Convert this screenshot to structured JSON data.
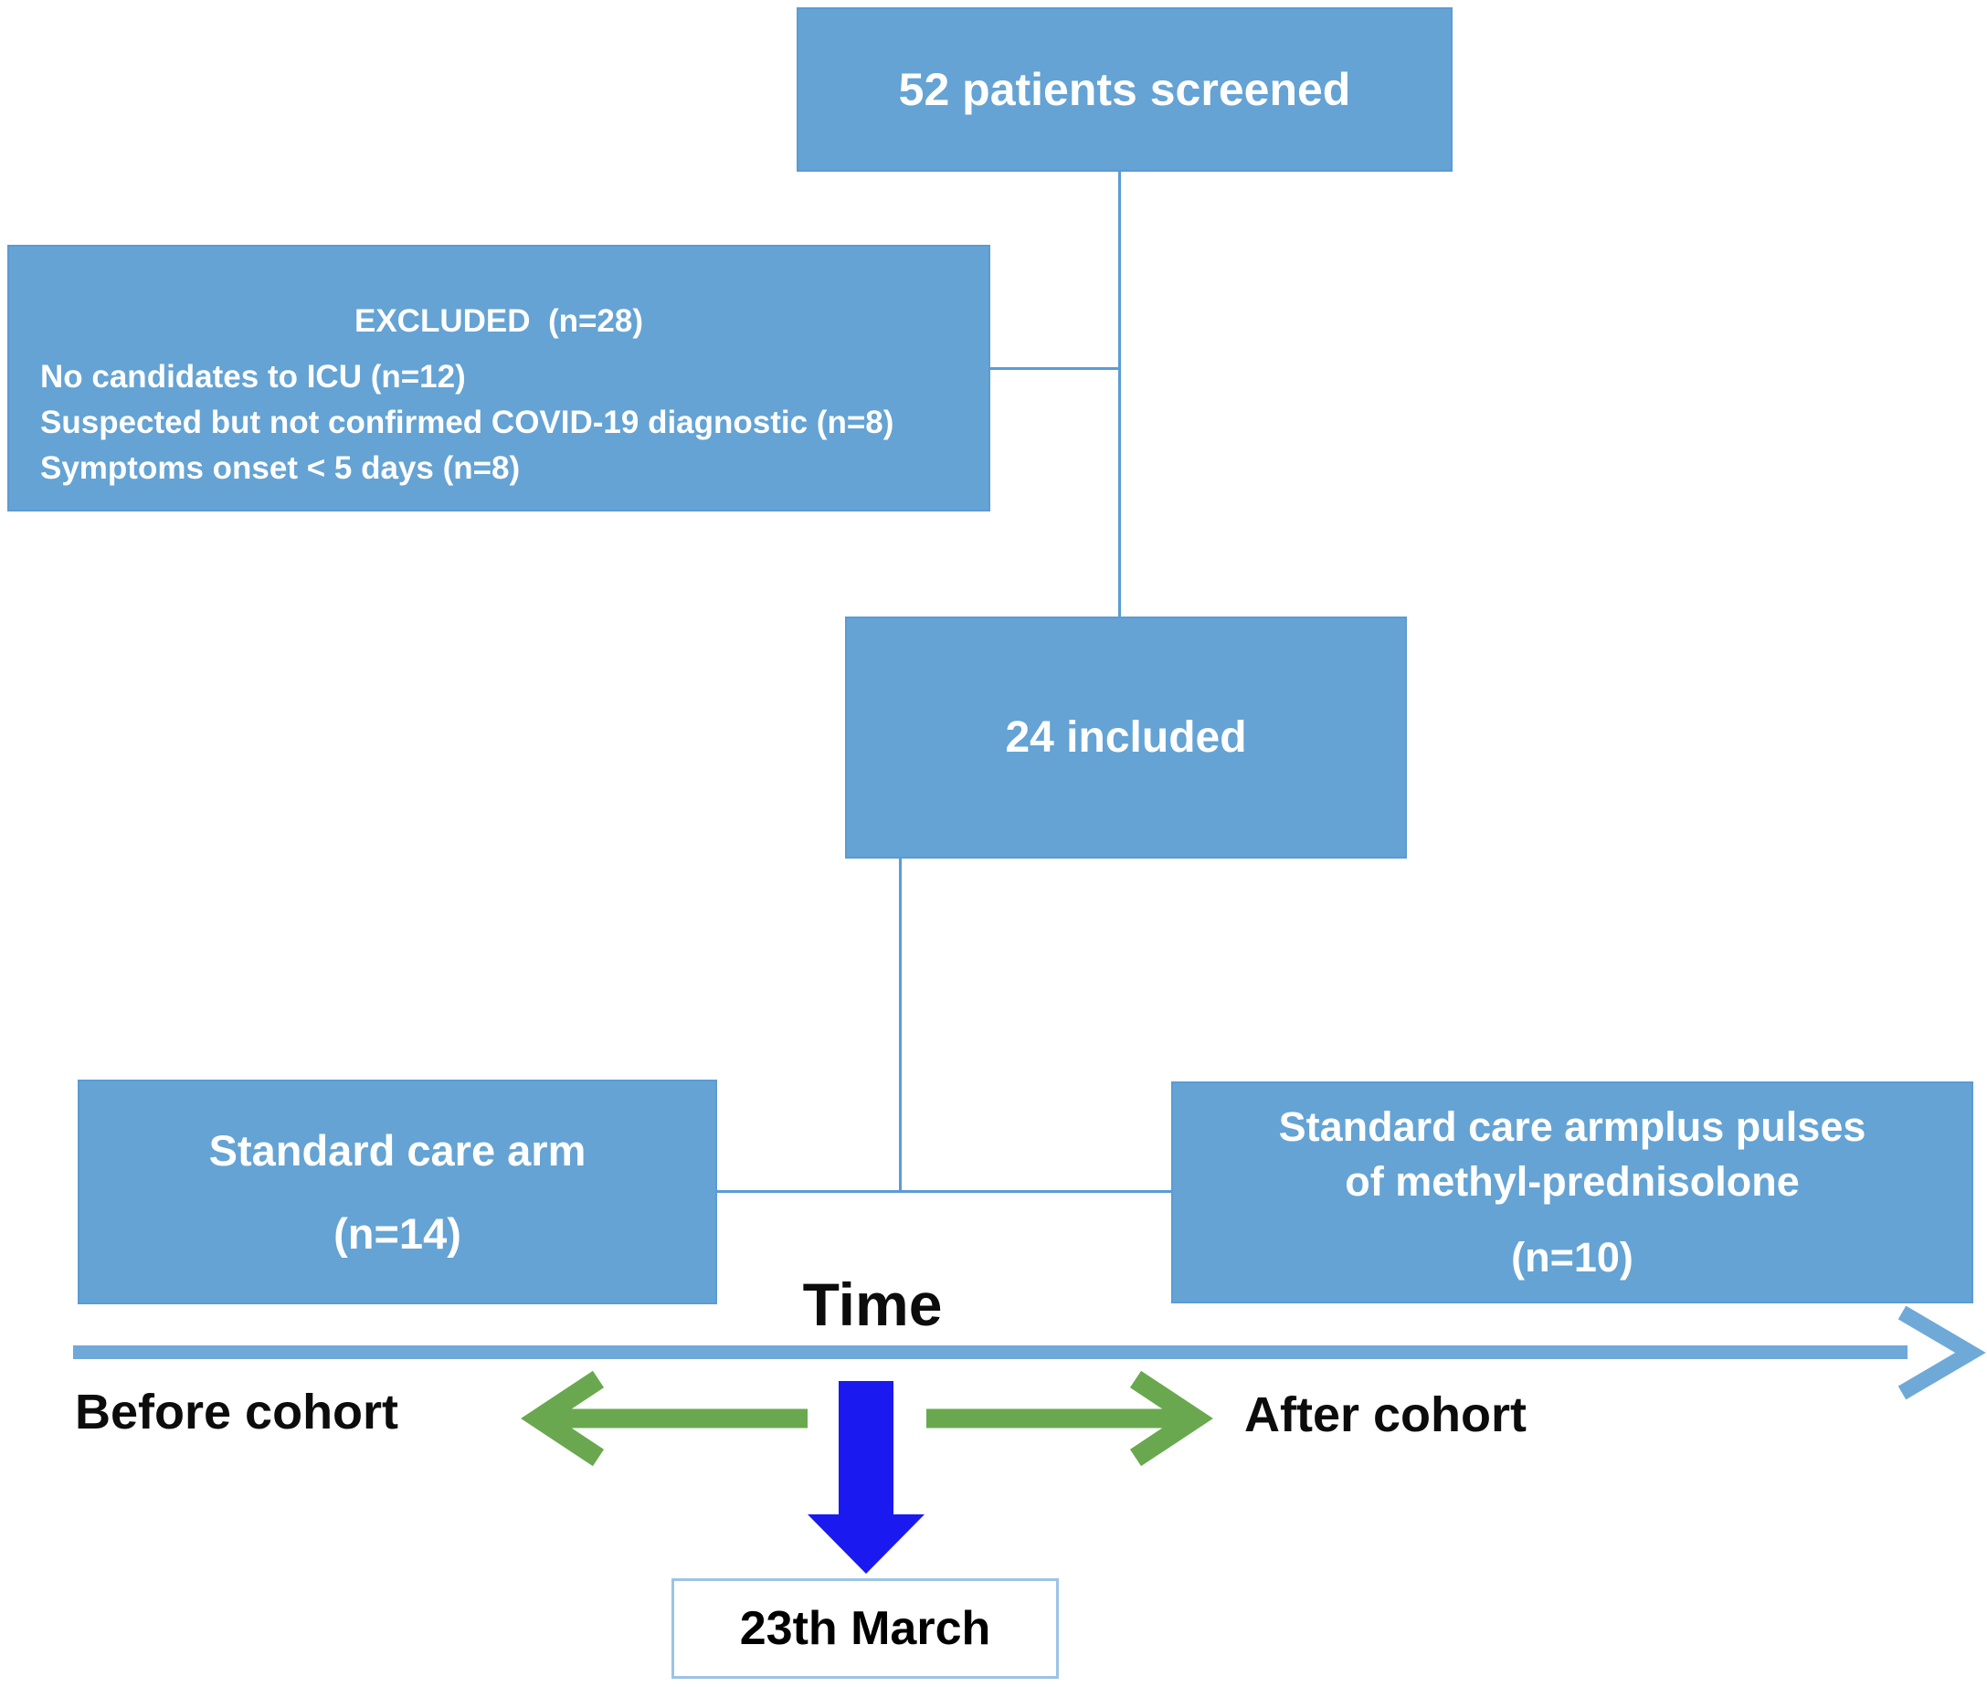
{
  "diagram": {
    "boxes": {
      "screened": {
        "label": "52 patients screened"
      },
      "excluded": {
        "title": "EXCLUDED  (n=28)",
        "items": [
          "No candidates to ICU (n=12)",
          "Suspected but not confirmed COVID-19 diagnostic (n=8)",
          "Symptoms onset < 5 days (n=8)"
        ]
      },
      "included": {
        "label": "24 included"
      },
      "standard_arm": {
        "line1": "Standard care arm",
        "line2": "(n=14)"
      },
      "pulses_arm": {
        "line1": "Standard care armplus pulses",
        "line2": "of methyl-prednisolone",
        "line3": "(n=10)"
      },
      "march": {
        "label": "23th March"
      }
    },
    "timeline": {
      "label": "Time",
      "before_label": "Before cohort",
      "after_label": "After cohort"
    },
    "colors": {
      "box_fill": "#64a3d4",
      "box_border": "#5b9bd5",
      "connector": "#5b9bd5",
      "timeline_blue": "#6fa9d8",
      "green_arrow": "#6aa84f",
      "event_arrow_blue": "#1a1af0",
      "march_box_border": "#9dc3e6",
      "box_text": "#ffffff",
      "label_text": "#0c0c0c"
    }
  }
}
